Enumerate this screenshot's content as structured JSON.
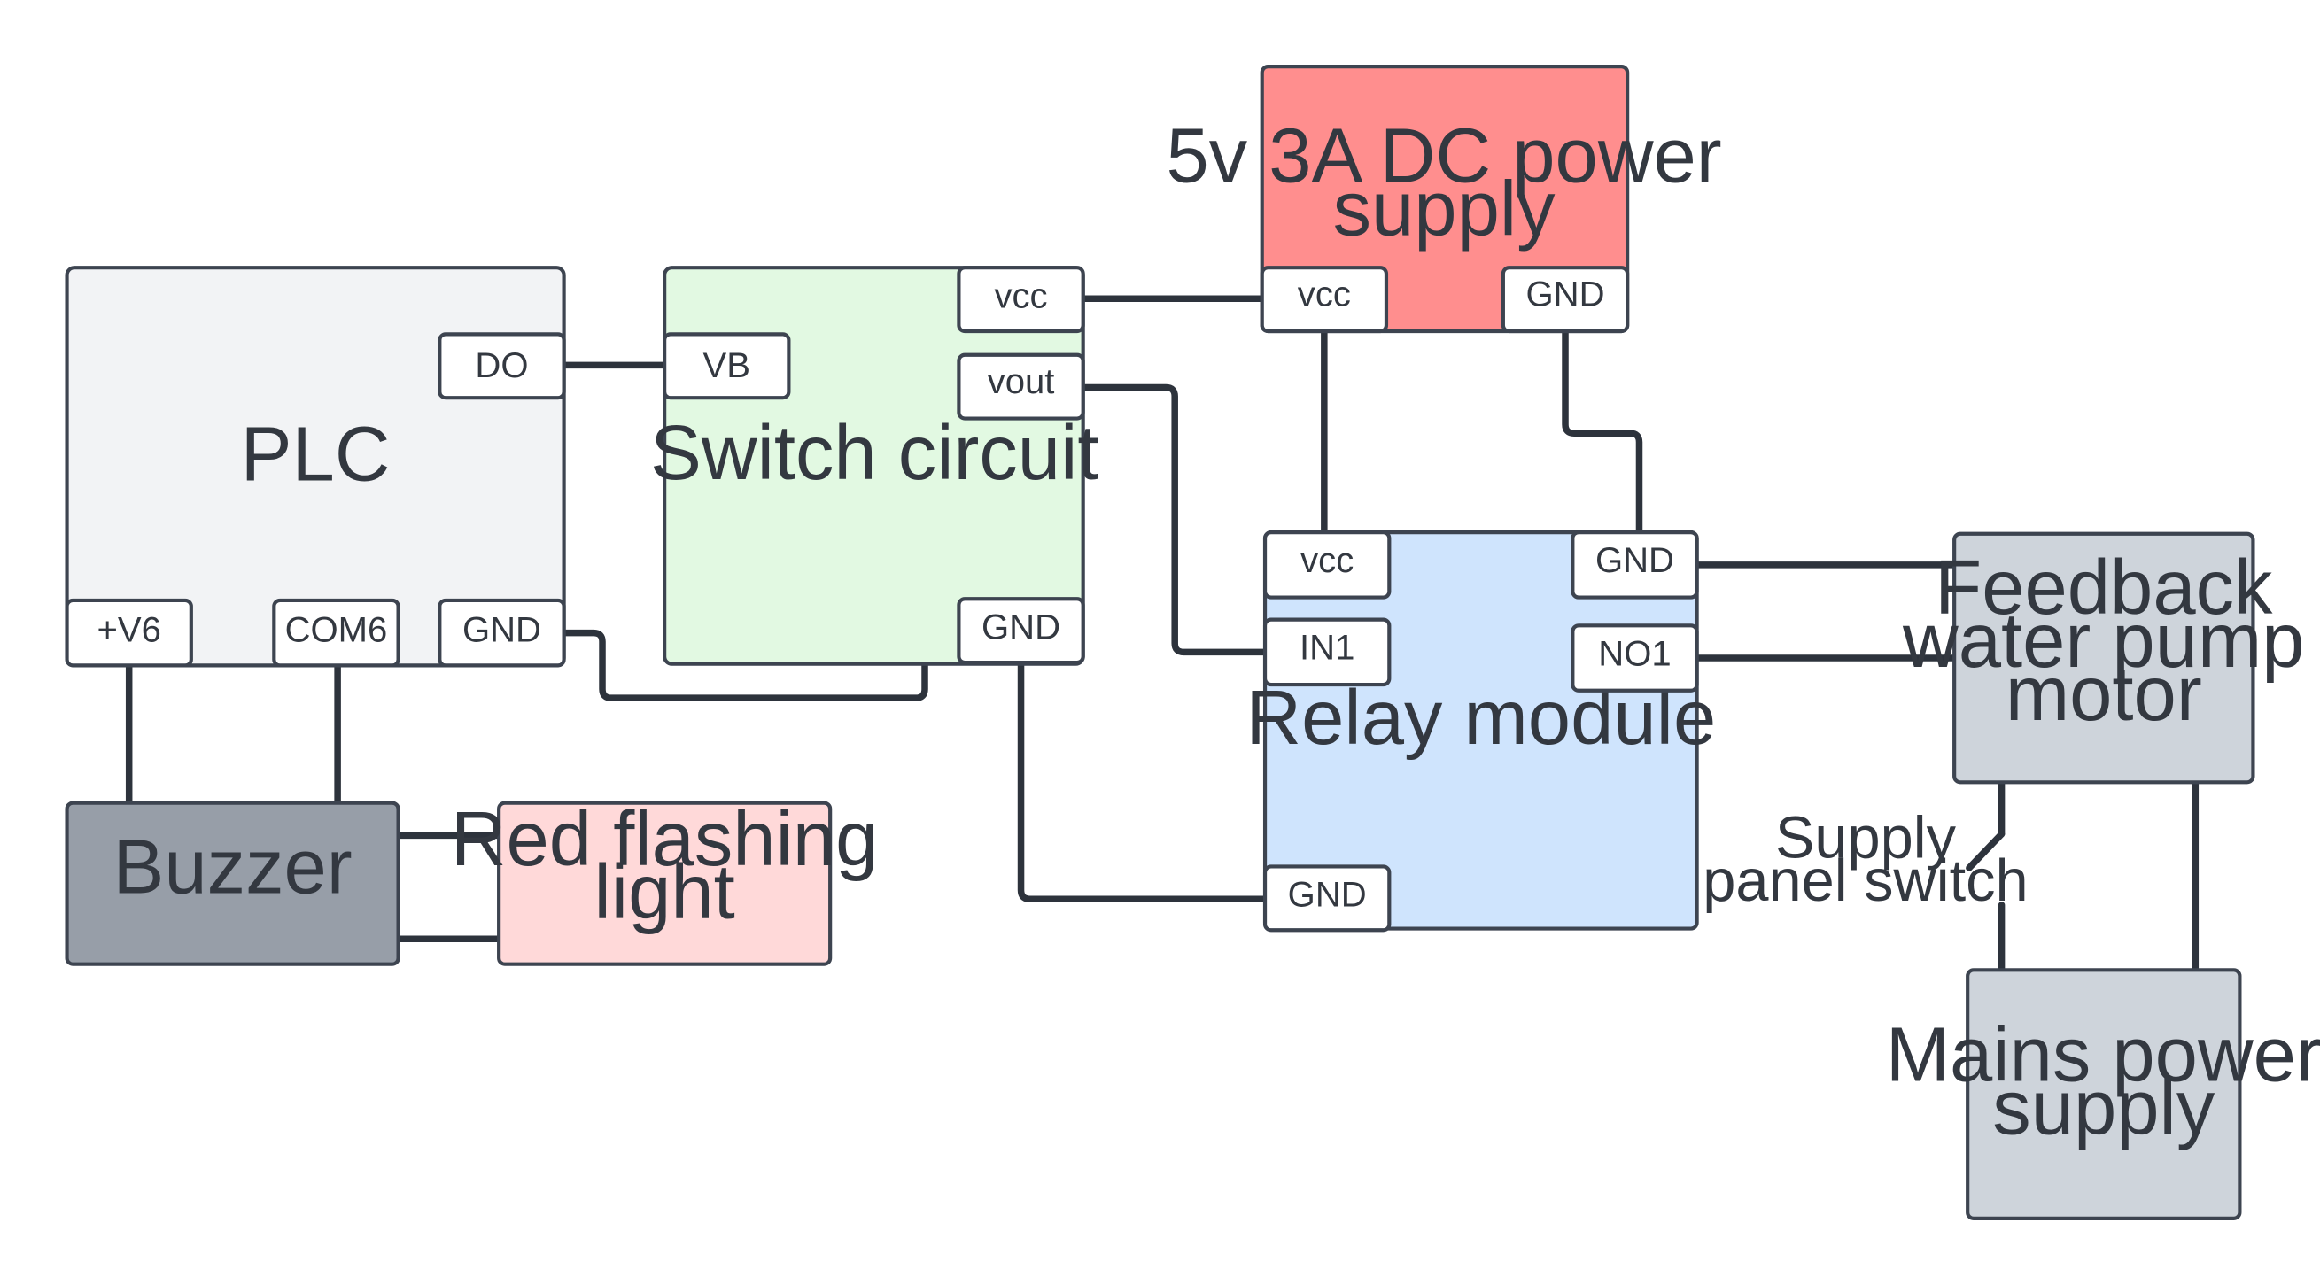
{
  "colors": {
    "plc": "#f2f3f5",
    "switch_circuit": "#e2f9e2",
    "dc_supply": "#ff8e8e",
    "relay": "#cfe4fd",
    "buzzer": "#979ea8",
    "red_light": "#ffd9d9",
    "pump": "#ced4db",
    "mains": "#ced4db",
    "wire": "#2d333c"
  },
  "blocks": {
    "plc": {
      "label": "PLC",
      "ports": {
        "do": "DO",
        "v6": "+V6",
        "com6": "COM6",
        "gnd": "GND"
      }
    },
    "switch_circuit": {
      "label": "Switch circuit",
      "ports": {
        "vb": "VB",
        "vcc": "vcc",
        "vout": "vout",
        "gnd": "GND"
      }
    },
    "dc_supply": {
      "label_line1": "5v 3A DC power",
      "label_line2": "supply",
      "ports": {
        "vcc": "vcc",
        "gnd": "GND"
      }
    },
    "relay": {
      "label": "Relay module",
      "ports": {
        "vcc": "vcc",
        "gnd_top": "GND",
        "in1": "IN1",
        "no1": "NO1",
        "gnd_bottom": "GND"
      }
    },
    "buzzer": {
      "label": "Buzzer"
    },
    "red_light": {
      "label_line1": "Red flashing",
      "label_line2": "light"
    },
    "pump": {
      "label_line1": "Feedback",
      "label_line2": "water pump",
      "label_line3": "motor"
    },
    "mains": {
      "label_line1": "Mains power",
      "label_line2": "supply"
    }
  },
  "supply_switch": {
    "label_line1": "Supply",
    "label_line2": "panel switch"
  }
}
